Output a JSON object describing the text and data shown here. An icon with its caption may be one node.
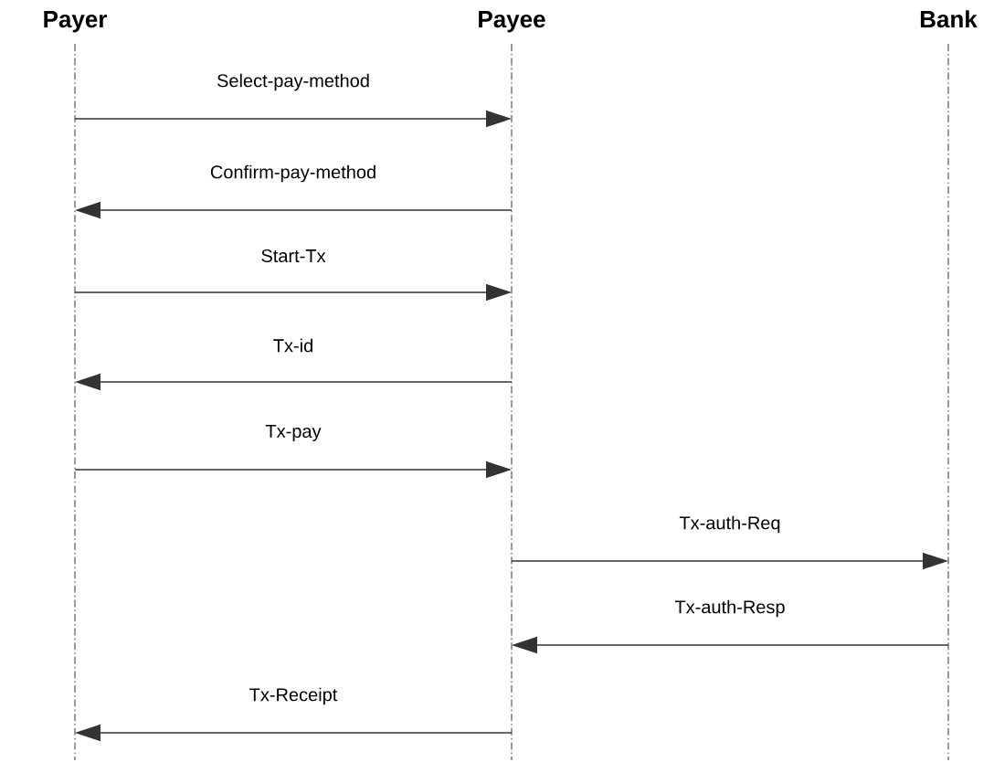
{
  "diagram": {
    "nodes": [
      {
        "text": [
          "Payer"
        ]
      },
      {
        "text": [
          "Payee"
        ]
      },
      {
        "text": [
          "Bank"
        ]
      }
    ],
    "edges": [
      {
        "from": 0,
        "to": 1,
        "arrow": "to",
        "label": "Select-pay-method"
      },
      {
        "from": 1,
        "to": 0,
        "arrow": "to",
        "label": "Confirm-pay-method"
      },
      {
        "from": 0,
        "to": 1,
        "arrow": "to",
        "label": "Start-Tx"
      },
      {
        "from": 1,
        "to": 0,
        "arrow": "to",
        "label": "Tx-id"
      },
      {
        "from": 0,
        "to": 1,
        "arrow": "to",
        "label": "Tx-pay"
      },
      {
        "from": 1,
        "to": 2,
        "arrow": "to",
        "label": "Tx-auth-Req"
      },
      {
        "from": 2,
        "to": 1,
        "arrow": "to",
        "label": "Tx-auth-Resp"
      },
      {
        "from": 1,
        "to": 0,
        "arrow": "to",
        "label": "Tx-Receipt"
      }
    ]
  }
}
